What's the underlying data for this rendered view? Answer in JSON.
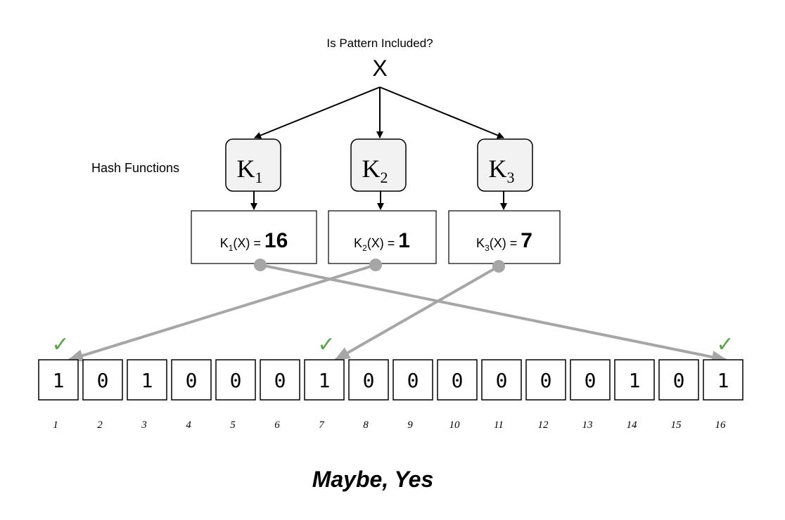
{
  "question": "Is Pattern Included?",
  "input_symbol": "X",
  "hash_section_label": "Hash Functions",
  "hash_functions": [
    {
      "letter": "K",
      "index": "1",
      "arg": "(X) = ",
      "value": "16"
    },
    {
      "letter": "K",
      "index": "2",
      "arg": "(X) = ",
      "value": "1"
    },
    {
      "letter": "K",
      "index": "3",
      "arg": "(X) = ",
      "value": "7"
    }
  ],
  "bits": [
    "1",
    "0",
    "1",
    "0",
    "0",
    "0",
    "1",
    "0",
    "0",
    "0",
    "0",
    "0",
    "0",
    "1",
    "0",
    "1"
  ],
  "bit_indices": [
    "1",
    "2",
    "3",
    "4",
    "5",
    "6",
    "7",
    "8",
    "9",
    "10",
    "11",
    "12",
    "13",
    "14",
    "15",
    "16"
  ],
  "checked_positions": [
    1,
    7,
    16
  ],
  "check_mark": "✓",
  "verdict": "Maybe, Yes",
  "colors": {
    "pointer": "#a6a6a6",
    "check": "#5aa34a",
    "function_fill": "#f2f2f2"
  }
}
